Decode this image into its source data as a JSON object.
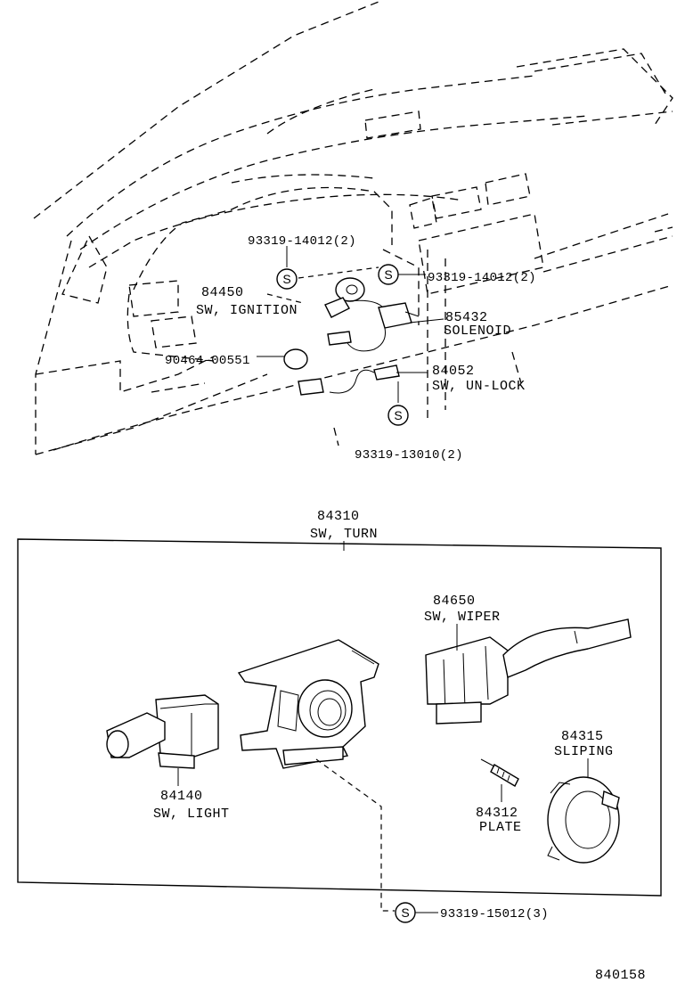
{
  "screw_symbol": "S",
  "labels": {
    "upper_screw_a": "93319-14012(2)",
    "upper_screw_b": "93319-14012(2)",
    "ignition_num": "84450",
    "ignition_name": "SW, IGNITION",
    "solenoid_num": "85432",
    "solenoid_name": "SOLENOID",
    "clip_num": "90464-00551",
    "unlock_num": "84052",
    "unlock_name": "SW, UN-LOCK",
    "lower_screw": "93319-13010(2)",
    "turn_num": "84310",
    "turn_name": "SW, TURN",
    "wiper_num": "84650",
    "wiper_name": "SW, WIPER",
    "light_num": "84140",
    "light_name": "SW, LIGHT",
    "sliping_num": "84315",
    "sliping_name": "SLIPING",
    "plate_num": "84312",
    "plate_name": "PLATE",
    "bottom_screw": "93319-15012(3)",
    "figure_num": "840158"
  }
}
